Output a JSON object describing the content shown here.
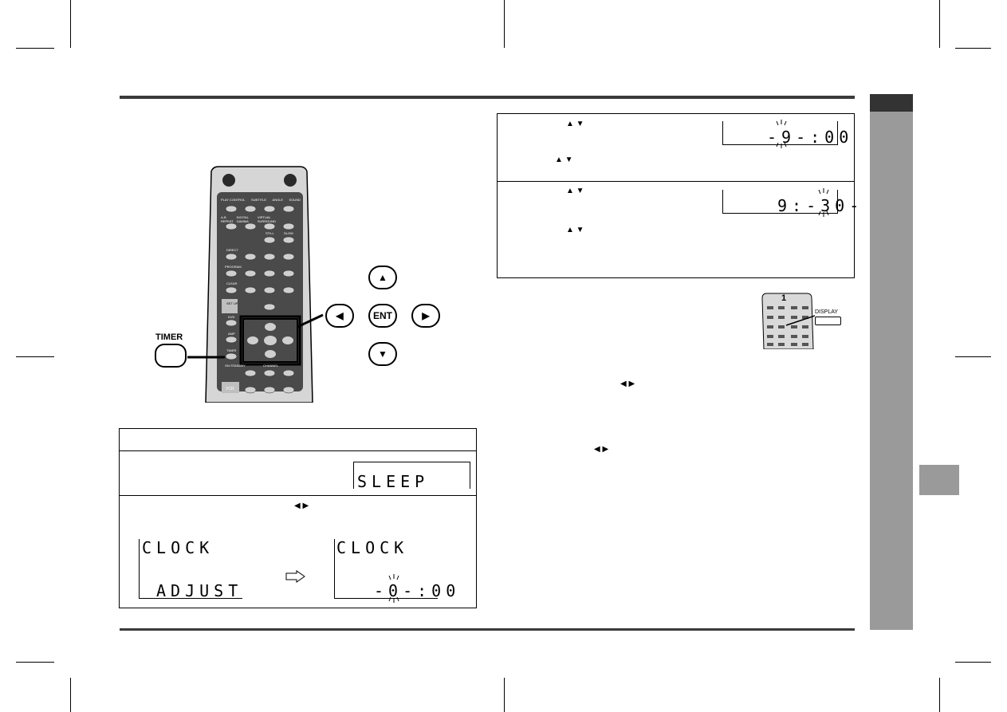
{
  "remote": {
    "timer_label": "TIMER",
    "row1": [
      "PLAY CONTROL",
      "SUBTITLE",
      "ANGLE",
      "SOUND"
    ],
    "row2": [
      "A-B REPEAT",
      "DIGITAL GAMMA",
      "VIRTUAL SURROUND"
    ],
    "still": "STILL",
    "slow": "SLOW",
    "direct": "DIRECT",
    "program": "PROGRAM",
    "clear": "CLEAR",
    "setup": "SET UP",
    "dvd": "DVD",
    "amp": "AMP",
    "timer": "TIMER",
    "on_standby": "ON STANDBY",
    "channel": "CHANNEL",
    "vcr": "VCR"
  },
  "buttons": {
    "up": "▲",
    "left": "◀",
    "ent": "ENT",
    "right": "▶",
    "down": "▼"
  },
  "left_table": {
    "sleep": "SLEEP",
    "arrows": "◀   ▶",
    "clock_a": "CLOCK",
    "adjust": "ADJUST",
    "clock_b": "CLOCK",
    "time_b": "-0-:00"
  },
  "right_table": {
    "row1_arrows": "▲   ▼",
    "row1_arrows2": "▲   ▼",
    "display1": "-9-:00",
    "row2_arrows": "▲   ▼",
    "row2_arrows2": "▲   ▼",
    "display2": "9:-30-"
  },
  "inline_arrows": {
    "a": "◀   ▶",
    "b": "◀   ▶"
  },
  "mini_remote": {
    "display_label": "DISPLAY",
    "logo": "1"
  }
}
